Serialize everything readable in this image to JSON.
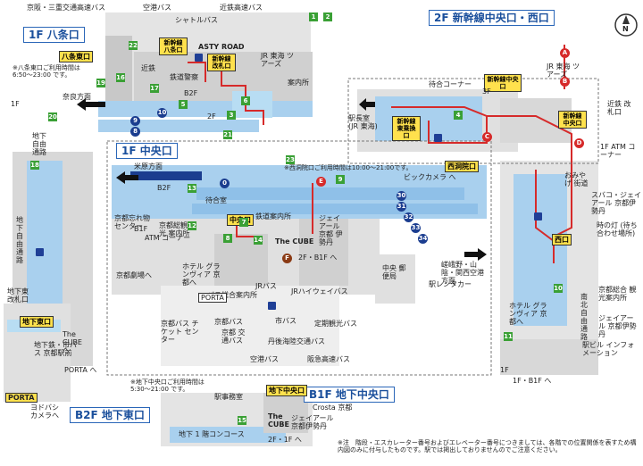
{
  "sections": {
    "f1_hachijo": "1F 八条口",
    "f2_shinkansen": "2F 新幹線中央口・西口",
    "f1_central": "1F 中央口",
    "b1_central": "B1F 地下中央口",
    "b2_east": "B2F 地下東口"
  },
  "gates": {
    "hachijo_east": "八条東口",
    "shinkansen_hachijo": "新幹線八条口",
    "shinkansen_kaisatsu": "新幹線改札口",
    "shinkansen_chuo": "新幹線中央口",
    "shinkansen_higashi": "新幹線東乗換口",
    "shinkansen_chuo2": "新幹線中央口",
    "nishi": "西口",
    "chuo": "中央口",
    "nishi_doin": "西洞院口",
    "chika_chuo": "地下中央口",
    "chika_higashi": "地下東口"
  },
  "labels": {
    "bus_top": "京阪・三重交通高速バス",
    "kuko_bus": "空港バス",
    "shuttle_bus": "シャトルバス",
    "kintetsu_bus": "近鉄高速バス",
    "asty_road": "ASTY ROAD",
    "kintetsu": "近鉄",
    "tetsudo_keisatsu": "鉄道警察",
    "jr_tokai_tours": "JR 東海 ツアーズ",
    "annaijo": "案内所",
    "nara_direction": "奈良方面",
    "hachijo_note": "※八条東口ご利用時間は 6:50～23:00 です。",
    "machiai_corner": "待合コーナー",
    "ekichoshitsu": "駅長室 (JR 東海)",
    "jr_tokai_tours2": "JR 東海 ツアーズ",
    "kintetsu_kaisatsu": "近鉄 改札口",
    "f1_atm": "1F ATM コーナー",
    "omiyage": "おみやげ 街道",
    "supacio": "スバコ・ジェイアール 京都伊勢丹",
    "toki_no_hi": "時の灯 (待ち合わせ場所)",
    "maibara": "米原方面",
    "nishi_note": "※西洞院口ご利用時間は10:00～21:00です。",
    "machiaishitsu": "待合室",
    "bic_camera": "ビックカメラ へ",
    "kyoto_wasuremono": "京都忘れ物 センター",
    "tetsudo_annaijo": "鉄道案内所",
    "jeiaru_isetan": "ジェイ アール 京都 伊勢丹",
    "kyoto_kanko": "京都総観光 案内所",
    "atm_corner": "ATM コーナー",
    "the_cube": "The CUBE",
    "kyoto_gekijo": "京都劇場へ",
    "hotel_granvia": "ホテル グランヴィア 京都へ",
    "b2f_up": "2F・B1F へ",
    "bus_annaijo": "バス総合案内所",
    "jr_bus": "JRバス",
    "jr_highway_bus": "JRハイウェイバス",
    "porta": "PORTA",
    "kyoto_bus_ticket": "京都バス チケット センター",
    "shi_bus": "市バス",
    "teiki_kanko_bus": "定期観光バス",
    "kyoto_bus": "京都バス",
    "kyoto_kotsu_bus": "京都 交通バス",
    "tango_bus": "丹後海陸交通バス",
    "kuko_bus2": "空港バス",
    "hankyu_bus": "阪急高速バス",
    "chuo_yubinkyoku": "中央 郵便局",
    "saga_sanin": "嵯峨野・山陰・関西空港方面",
    "eki_rentacar": "駅レンタカー",
    "hotel_granvia2": "ホテル グランヴィア 京都へ",
    "minami_jiyu": "南北自由通路",
    "kyoto_sogo_kanko": "京都総合 観光案内所",
    "jeiaru_isetan2": "ジェイアール 京都伊勢丹",
    "eki_biru_info": "駅ビル インフォメーション",
    "f1_b1f": "1F・B1F へ",
    "chika_jiyu": "地下 自由通路",
    "chika_jiyu2": "地下 自由通路",
    "chika_higashi_gate": "地下東 改札口",
    "the_cube_b2": "The CUBE へ",
    "chika_tetsu": "地下鉄・市バス 京都駅前",
    "porta_b2": "PORTA へ",
    "yodobashi": "ヨドバシ カメラへ",
    "porta_label": "PORTA",
    "b1_note": "※地下中央口ご利用時間は 5:30～21:00 です。",
    "ekimushitsu": "駅事務室",
    "crosta": "Crosta 京都",
    "the_cube_b1": "The CUBE",
    "jeiaru_isetan_b1": "ジェイアール 京都伊勢丹",
    "chika_concourse": "地下 1 階コンコース",
    "b1_up": "2F・1F へ",
    "footnote": "※注　階段・エスカレーター番号およびエレベーター番号につきましては、各階での位置関係を表すため構内図のみに付与したものです。駅では掲出しておりませんのでご注意ください。"
  },
  "floor_tags": {
    "f1": "1F",
    "f2": "2F",
    "f3": "3F",
    "b1": "B1F",
    "b2": "B2F"
  },
  "compass": "N",
  "numbers": [
    "1",
    "2",
    "3",
    "4",
    "5",
    "6",
    "7",
    "8",
    "9",
    "10",
    "11",
    "12",
    "13",
    "14",
    "15",
    "16",
    "17",
    "18",
    "19",
    "20",
    "21",
    "22",
    "23"
  ],
  "exits": [
    "A",
    "B",
    "C",
    "D",
    "E",
    "F"
  ],
  "platforms": [
    "0",
    "8",
    "9",
    "10",
    "30",
    "31",
    "32",
    "33",
    "34"
  ],
  "colors": {
    "concourse_blue": "#a9d0ee",
    "building_gray": "#d7d7d7",
    "route_red": "#d62a2a",
    "stair_green": "#3aa035",
    "gate_yellow": "#ffe14d",
    "label_blue": "#1a4f9c"
  }
}
